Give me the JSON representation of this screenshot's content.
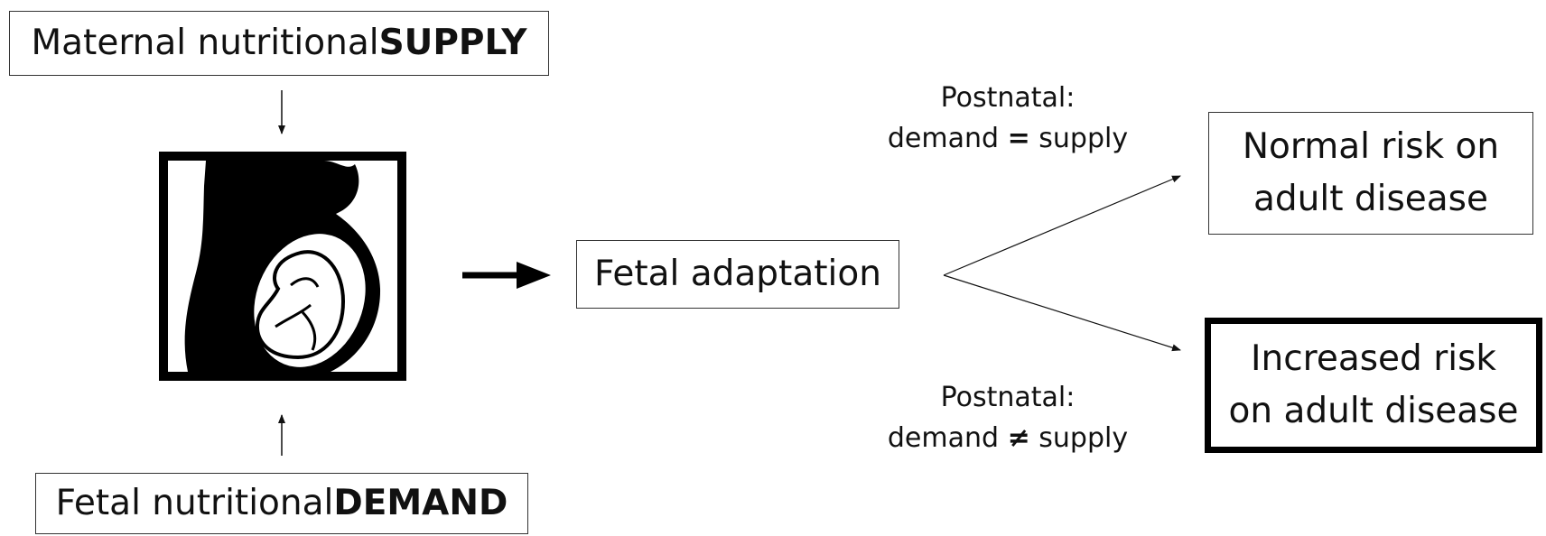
{
  "supply_box": {
    "text": "Maternal nutritional ",
    "bold": "SUPPLY"
  },
  "demand_box": {
    "text": "Fetal nutritional ",
    "bold": "DEMAND"
  },
  "fetal_adaptation": "Fetal adaptation",
  "outcome_normal": {
    "line1": "Normal risk on",
    "line2": "adult disease"
  },
  "outcome_increased": {
    "line1": "Increased risk",
    "line2": "on adult disease"
  },
  "postnatal_equal": {
    "line1": "Postnatal:",
    "pre": "demand ",
    "sym": "=",
    "post": " supply"
  },
  "postnatal_unequal": {
    "line1": "Postnatal:",
    "pre": "demand ",
    "sym": "≠",
    "post": " supply"
  }
}
